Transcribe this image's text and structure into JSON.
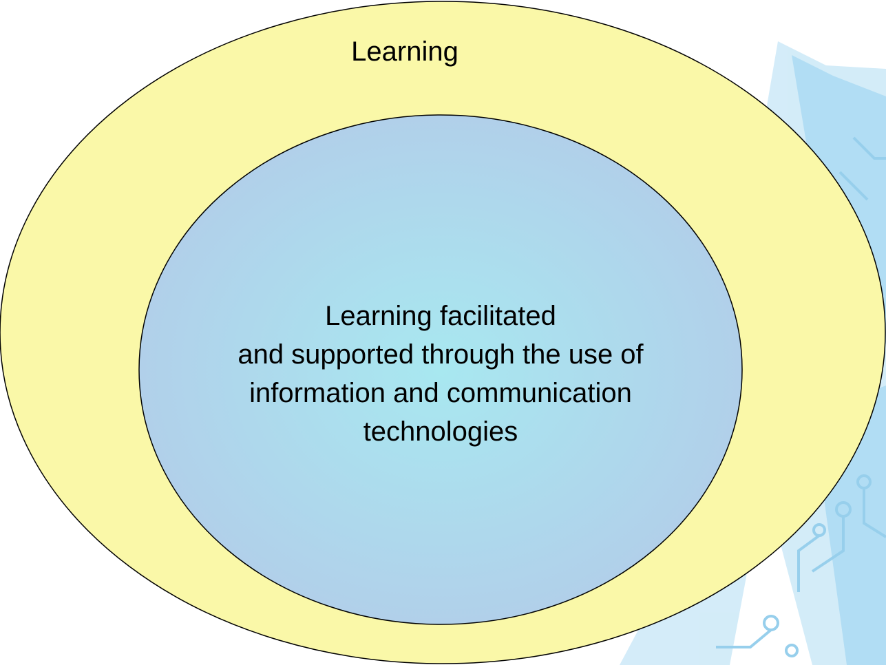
{
  "diagram": {
    "outer": {
      "label": "Learning",
      "fill": "#FAF8A8"
    },
    "inner": {
      "lines": [
        "Learning facilitated",
        "and supported through the use of",
        "information and communication",
        "technologies"
      ],
      "fill_center": "#A8E8F0",
      "fill_edge": "#B1D0EA"
    },
    "outline_color": "#000000",
    "watermark_color": "#9CD4F2"
  }
}
